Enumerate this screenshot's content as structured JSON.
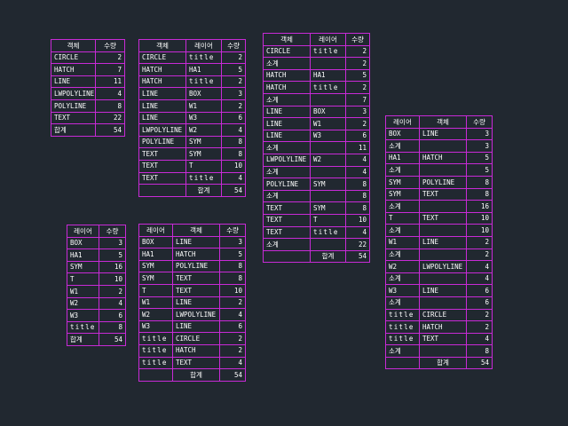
{
  "tables": {
    "t1": {
      "headers": [
        "객체",
        "수량"
      ],
      "rows": [
        [
          "CIRCLE",
          "2"
        ],
        [
          "HATCH",
          "7"
        ],
        [
          "LINE",
          "11"
        ],
        [
          "LWPOLYLINE",
          "4"
        ],
        [
          "POLYLINE",
          "8"
        ],
        [
          "TEXT",
          "22"
        ],
        [
          "합계",
          "54"
        ]
      ]
    },
    "t2": {
      "headers": [
        "객체",
        "레이어",
        "수량"
      ],
      "rows": [
        [
          "CIRCLE",
          "title",
          "2"
        ],
        [
          "HATCH",
          "HA1",
          "5"
        ],
        [
          "HATCH",
          "title",
          "2"
        ],
        [
          "LINE",
          "BOX",
          "3"
        ],
        [
          "LINE",
          "W1",
          "2"
        ],
        [
          "LINE",
          "W3",
          "6"
        ],
        [
          "LWPOLYLINE",
          "W2",
          "4"
        ],
        [
          "POLYLINE",
          "SYM",
          "8"
        ],
        [
          "TEXT",
          "SYM",
          "8"
        ],
        [
          "TEXT",
          "T",
          "10"
        ],
        [
          "TEXT",
          "title",
          "4"
        ],
        [
          "",
          "합계",
          "54"
        ]
      ]
    },
    "t3": {
      "headers": [
        "객체",
        "레이어",
        "수량"
      ],
      "rows": [
        [
          "CIRCLE",
          "title",
          "2"
        ],
        [
          "소계",
          "",
          "2"
        ],
        [
          "HATCH",
          "HA1",
          "5"
        ],
        [
          "HATCH",
          "title",
          "2"
        ],
        [
          "소계",
          "",
          "7"
        ],
        [
          "LINE",
          "BOX",
          "3"
        ],
        [
          "LINE",
          "W1",
          "2"
        ],
        [
          "LINE",
          "W3",
          "6"
        ],
        [
          "소계",
          "",
          "11"
        ],
        [
          "LWPOLYLINE",
          "W2",
          "4"
        ],
        [
          "소계",
          "",
          "4"
        ],
        [
          "POLYLINE",
          "SYM",
          "8"
        ],
        [
          "소계",
          "",
          "8"
        ],
        [
          "TEXT",
          "SYM",
          "8"
        ],
        [
          "TEXT",
          "T",
          "10"
        ],
        [
          "TEXT",
          "title",
          "4"
        ],
        [
          "소계",
          "",
          "22"
        ],
        [
          "",
          "합계",
          "54"
        ]
      ]
    },
    "t4": {
      "headers": [
        "레이어",
        "객체",
        "수량"
      ],
      "rows": [
        [
          "BOX",
          "LINE",
          "3"
        ],
        [
          "소계",
          "",
          "3"
        ],
        [
          "HA1",
          "HATCH",
          "5"
        ],
        [
          "소계",
          "",
          "5"
        ],
        [
          "SYM",
          "POLYLINE",
          "8"
        ],
        [
          "SYM",
          "TEXT",
          "8"
        ],
        [
          "소계",
          "",
          "16"
        ],
        [
          "T",
          "TEXT",
          "10"
        ],
        [
          "소계",
          "",
          "10"
        ],
        [
          "W1",
          "LINE",
          "2"
        ],
        [
          "소계",
          "",
          "2"
        ],
        [
          "W2",
          "LWPOLYLINE",
          "4"
        ],
        [
          "소계",
          "",
          "4"
        ],
        [
          "W3",
          "LINE",
          "6"
        ],
        [
          "소계",
          "",
          "6"
        ],
        [
          "title",
          "CIRCLE",
          "2"
        ],
        [
          "title",
          "HATCH",
          "2"
        ],
        [
          "title",
          "TEXT",
          "4"
        ],
        [
          "소계",
          "",
          "8"
        ],
        [
          "",
          "합계",
          "54"
        ]
      ]
    },
    "t5": {
      "headers": [
        "레이어",
        "수량"
      ],
      "rows": [
        [
          "BOX",
          "3"
        ],
        [
          "HA1",
          "5"
        ],
        [
          "SYM",
          "16"
        ],
        [
          "T",
          "10"
        ],
        [
          "W1",
          "2"
        ],
        [
          "W2",
          "4"
        ],
        [
          "W3",
          "6"
        ],
        [
          "title",
          "8"
        ],
        [
          "합계",
          "54"
        ]
      ]
    },
    "t6": {
      "headers": [
        "레이어",
        "객체",
        "수량"
      ],
      "rows": [
        [
          "BOX",
          "LINE",
          "3"
        ],
        [
          "HA1",
          "HATCH",
          "5"
        ],
        [
          "SYM",
          "POLYLINE",
          "8"
        ],
        [
          "SYM",
          "TEXT",
          "8"
        ],
        [
          "T",
          "TEXT",
          "10"
        ],
        [
          "W1",
          "LINE",
          "2"
        ],
        [
          "W2",
          "LWPOLYLINE",
          "4"
        ],
        [
          "W3",
          "LINE",
          "6"
        ],
        [
          "title",
          "CIRCLE",
          "2"
        ],
        [
          "title",
          "HATCH",
          "2"
        ],
        [
          "title",
          "TEXT",
          "4"
        ],
        [
          "",
          "합계",
          "54"
        ]
      ]
    }
  },
  "colors": {
    "background": "#212830",
    "grid_line": "#c82ad6",
    "text": "#ffffff"
  }
}
